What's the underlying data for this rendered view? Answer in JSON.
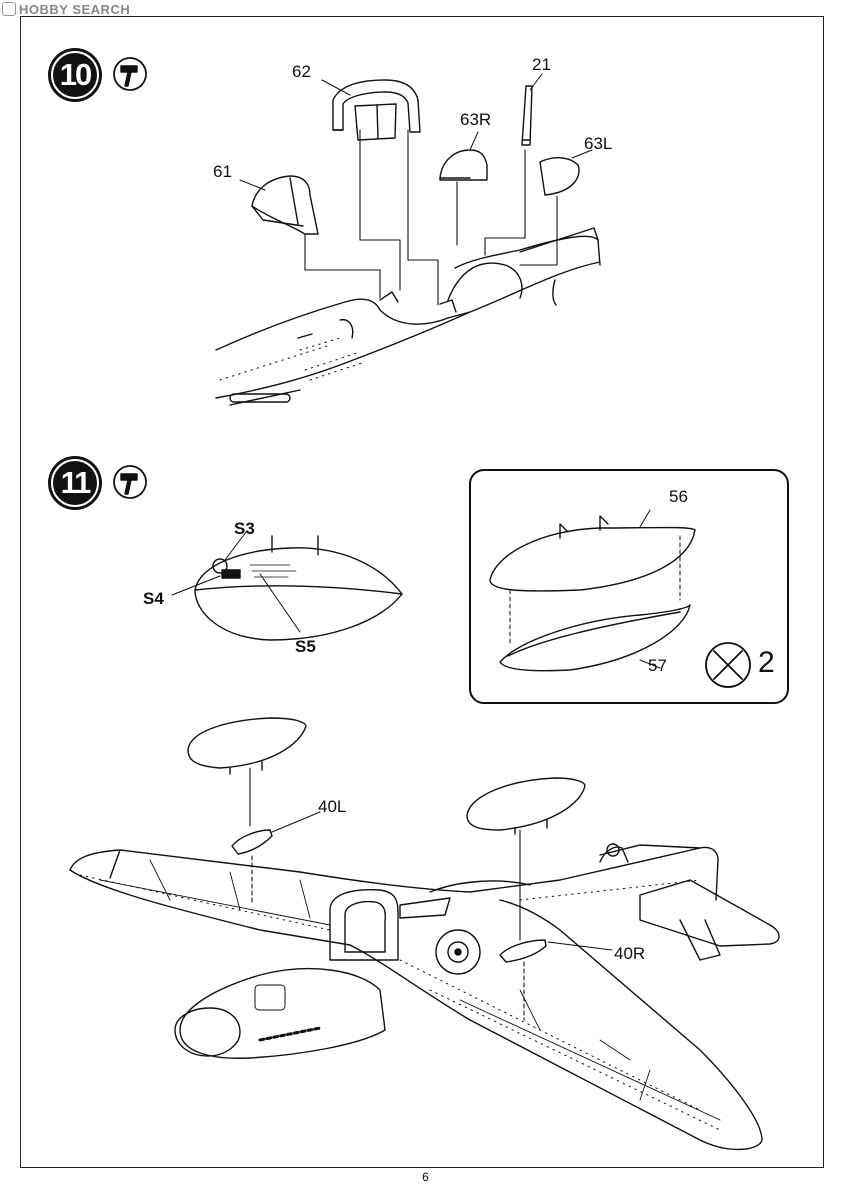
{
  "watermark": "HOBBY SEARCH",
  "page_number": "6",
  "step10": {
    "number": "10",
    "parts": [
      "62",
      "21",
      "63R",
      "63L",
      "61"
    ]
  },
  "step11": {
    "number": "11",
    "decals": [
      "S3",
      "S4",
      "S5"
    ],
    "inset_parts": [
      "56",
      "57"
    ],
    "quantity_label": "2",
    "parts": [
      "40L",
      "40R"
    ]
  },
  "icons": [
    "glue-icon",
    "glue-icon",
    "make-twice-icon"
  ]
}
